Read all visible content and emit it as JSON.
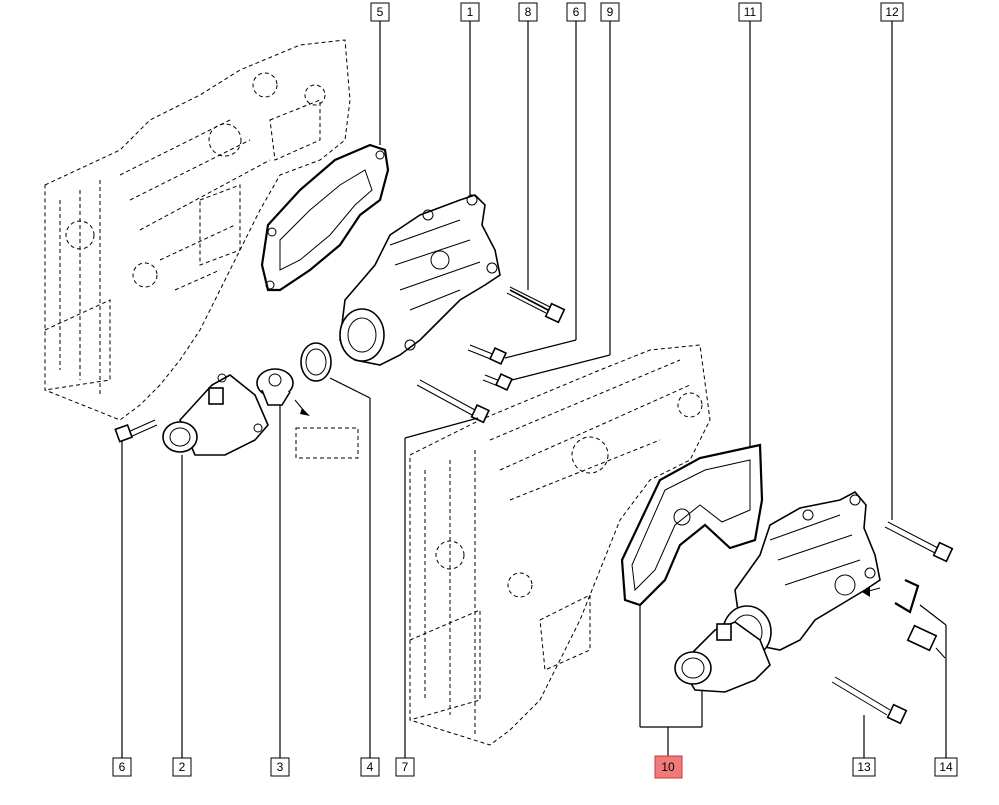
{
  "diagram": {
    "callouts_top": [
      "5",
      "1",
      "8",
      "6",
      "9",
      "11",
      "12"
    ],
    "callouts_bottom": [
      "6",
      "2",
      "3",
      "4",
      "7",
      "10",
      "13",
      "14"
    ],
    "highlighted_callout": "10",
    "colors": {
      "highlight": "#f07a7a",
      "line": "#000000",
      "background": "#ffffff"
    }
  }
}
